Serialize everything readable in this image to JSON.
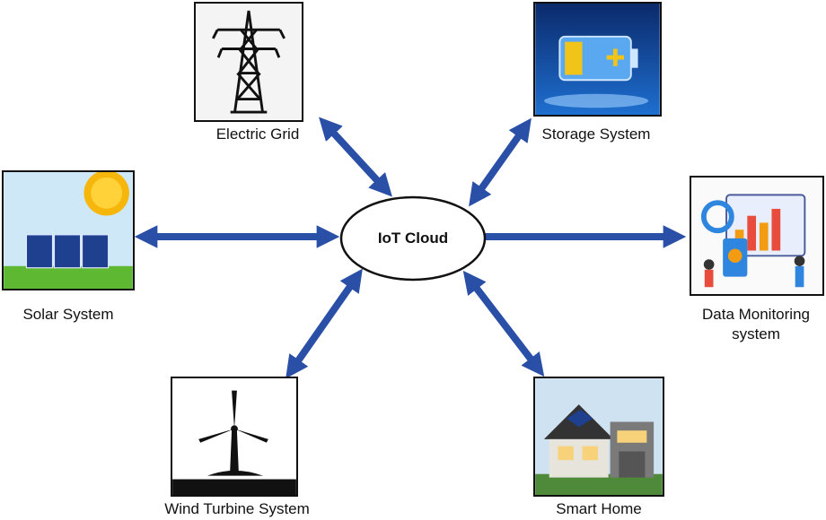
{
  "hub": {
    "label": "IoT Cloud"
  },
  "nodes": [
    {
      "id": "electric-grid",
      "label": "Electric Grid",
      "link": "bidirectional"
    },
    {
      "id": "storage-system",
      "label": "Storage System",
      "link": "bidirectional"
    },
    {
      "id": "solar-system",
      "label": "Solar System",
      "link": "bidirectional"
    },
    {
      "id": "data-monitoring",
      "label_lines": [
        "Data Monitoring",
        "system"
      ],
      "link": "from-hub"
    },
    {
      "id": "wind-turbine",
      "label": "Wind Turbine System",
      "link": "bidirectional"
    },
    {
      "id": "smart-home",
      "label": "Smart Home",
      "link": "bidirectional"
    }
  ],
  "colors": {
    "arrow": "#2a4fa6",
    "outline": "#111111"
  }
}
